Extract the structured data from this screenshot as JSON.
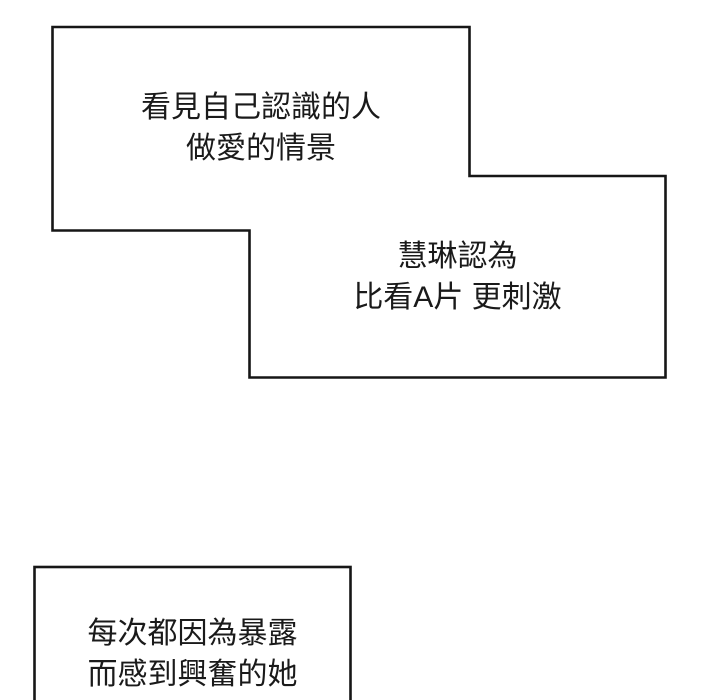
{
  "page": {
    "background_color": "#ffffff",
    "outline_color": "#161616",
    "text_color": "#1a1a1a"
  },
  "captions": [
    {
      "id": "caption-top-left",
      "text": "看見自己認識的人\n做愛的情景"
    },
    {
      "id": "caption-mid-right",
      "text": "慧琳認為\n比看A片 更刺激"
    },
    {
      "id": "caption-bottom",
      "text": "每次都因為暴露\n而感到興奮的她"
    }
  ]
}
